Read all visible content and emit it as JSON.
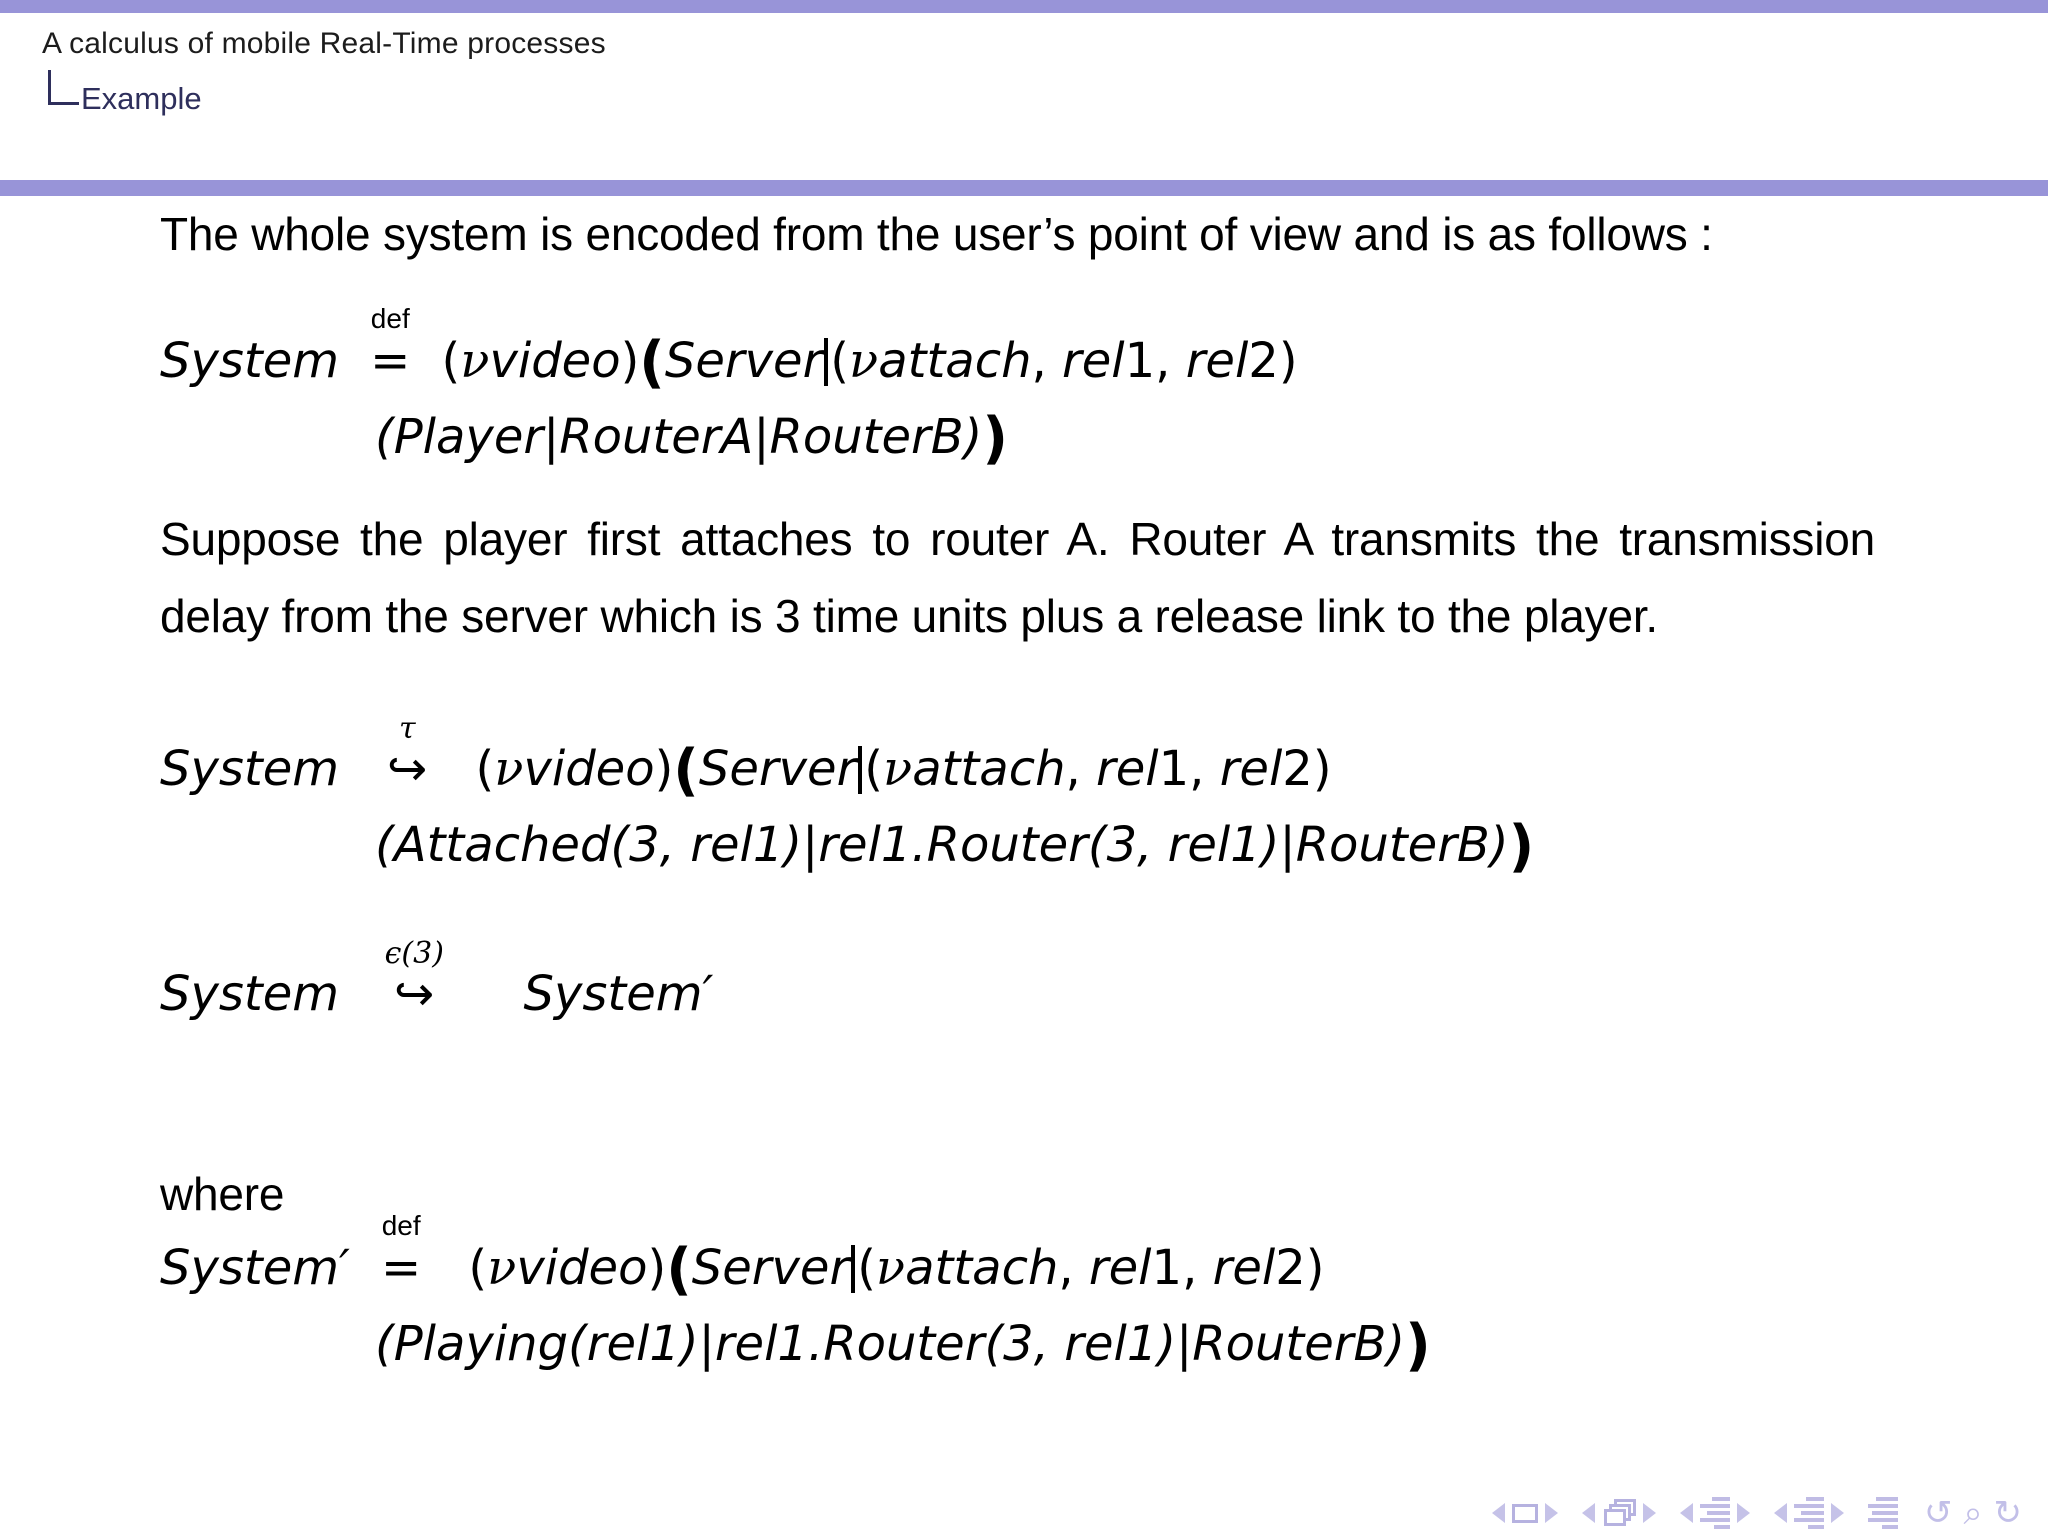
{
  "slide": {
    "title": "A calculus of mobile Real-Time processes",
    "breadcrumb": "Example",
    "accent_color": "#9894d8",
    "breadcrumb_color": "#2e2f5c",
    "nav_color": "#c0bce5"
  },
  "content": {
    "para1": "The whole system is encoded from the user’s point of view and is as follows :",
    "eq1": {
      "lhs": "System",
      "rel_label": "def",
      "rel_symbol": "=",
      "line1_a": "(",
      "nu1": "ν",
      "line1_b": "video",
      "line1_c": ")",
      "bigopen": "(",
      "line1_d": "Server",
      "line1_e": "(",
      "nu2": "ν",
      "line1_f": "attach",
      "line1_g": ", ",
      "line1_h": "rel",
      "line1_i": "1",
      "line1_j": ", ",
      "line1_k": "rel",
      "line1_l": "2",
      "line1_m": ")",
      "line2": "(Player|RouterA|RouterB)",
      "bigclose": ")"
    },
    "para2": "Suppose the player first attaches to router A. Router A transmits the transmission delay from the server which is 3 time units plus a release link to the player.",
    "eq2": {
      "lhs": "System",
      "rel_label": "τ",
      "rel_symbol": "↪",
      "line2": "(Attached(3, rel1)|rel1.Router(3, rel1)|RouterB)"
    },
    "eq3": {
      "lhs": "System",
      "rel_label": "ϵ(3)",
      "rel_symbol": "↪",
      "rhs": "System′"
    },
    "where_label": "where",
    "eq4": {
      "lhs": "System′",
      "rel_label": "def",
      "rel_symbol": "=",
      "line2": "(Playing(rel1)|rel1.Router(3, rel1)|RouterB)"
    }
  },
  "nav": {
    "slide_prev": "prev-slide",
    "slide_icon": "slide-icon",
    "slide_next": "next-slide",
    "frame_prev": "prev-frame",
    "frame_icon": "frames-icon",
    "frame_next": "next-frame",
    "subsection_prev": "prev-subsection",
    "subsection_icon": "subsection-icon",
    "subsection_next": "next-subsection",
    "section_prev": "prev-section",
    "section_icon": "section-icon",
    "section_next": "next-section",
    "doc_icon": "document-icon",
    "back_icon": "↺",
    "search_icon": "⌕",
    "forward_icon": "↻"
  }
}
